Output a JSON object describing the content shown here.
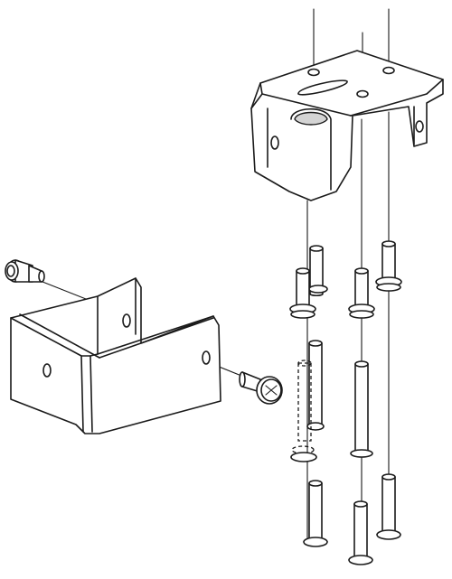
{
  "diagram": {
    "title": "",
    "colors": {
      "line": "#1a1a1a",
      "fill": "#ffffff",
      "shade": "#d4d4d4"
    },
    "parts": [
      {
        "name": "ceiling-mount-bracket",
        "icon": "bracket-icon"
      },
      {
        "name": "u-channel-bracket",
        "icon": "bracket-icon"
      },
      {
        "name": "phillips-screw",
        "icon": "screw-icon"
      },
      {
        "name": "shoulder-bolt",
        "icon": "bolt-icon"
      },
      {
        "name": "extension-rod",
        "icon": "rod-icon"
      }
    ]
  }
}
